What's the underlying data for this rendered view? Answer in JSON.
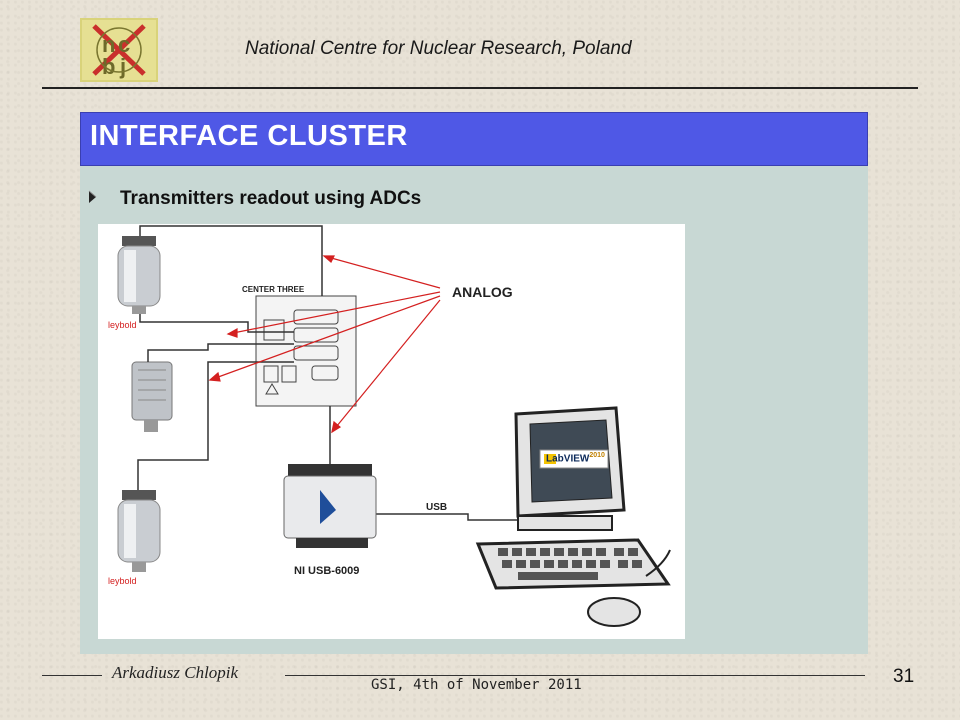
{
  "header": {
    "institution": "National Centre for Nuclear Research, Poland",
    "logo_icon": "ncbj-logo-icon"
  },
  "slide": {
    "title": "INTERFACE CLUSTER",
    "bullet": "Transmitters readout using ADCs"
  },
  "diagram": {
    "hub_label": "CENTER THREE",
    "analog_label": "ANALOG",
    "usb_label": "USB",
    "daq_label": "NI USB-6009",
    "software_label": "LabVIEW",
    "software_year": "2010",
    "brand_label": "leybold",
    "colors": {
      "arrow": "#d42020",
      "cable": "#333333"
    }
  },
  "footer": {
    "author": "Arkadiusz Chlopik",
    "event": "GSI, 4th of November 2011",
    "page_number": "31"
  },
  "colors": {
    "title_bar": "#4f58e6",
    "panel": "#c8d8d4",
    "background": "#e8e2d6"
  }
}
